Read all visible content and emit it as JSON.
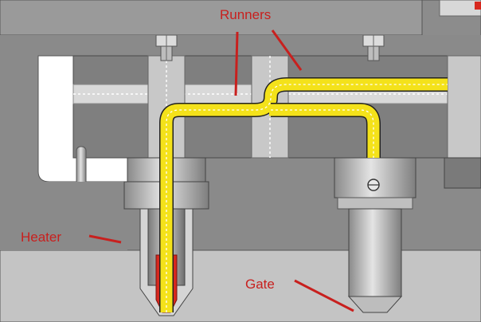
{
  "labels": {
    "runners": "Runners",
    "heater": "Heater",
    "gate": "Gate"
  },
  "colors": {
    "plate_dark": "#7f7f7f",
    "plate_mid": "#9a9a9a",
    "plate_light": "#c4c4c4",
    "plate_lighter": "#d8d8d8",
    "melt_channel": "#f4e21a",
    "heater_element": "#d7281e",
    "callout": "#c8201e"
  }
}
